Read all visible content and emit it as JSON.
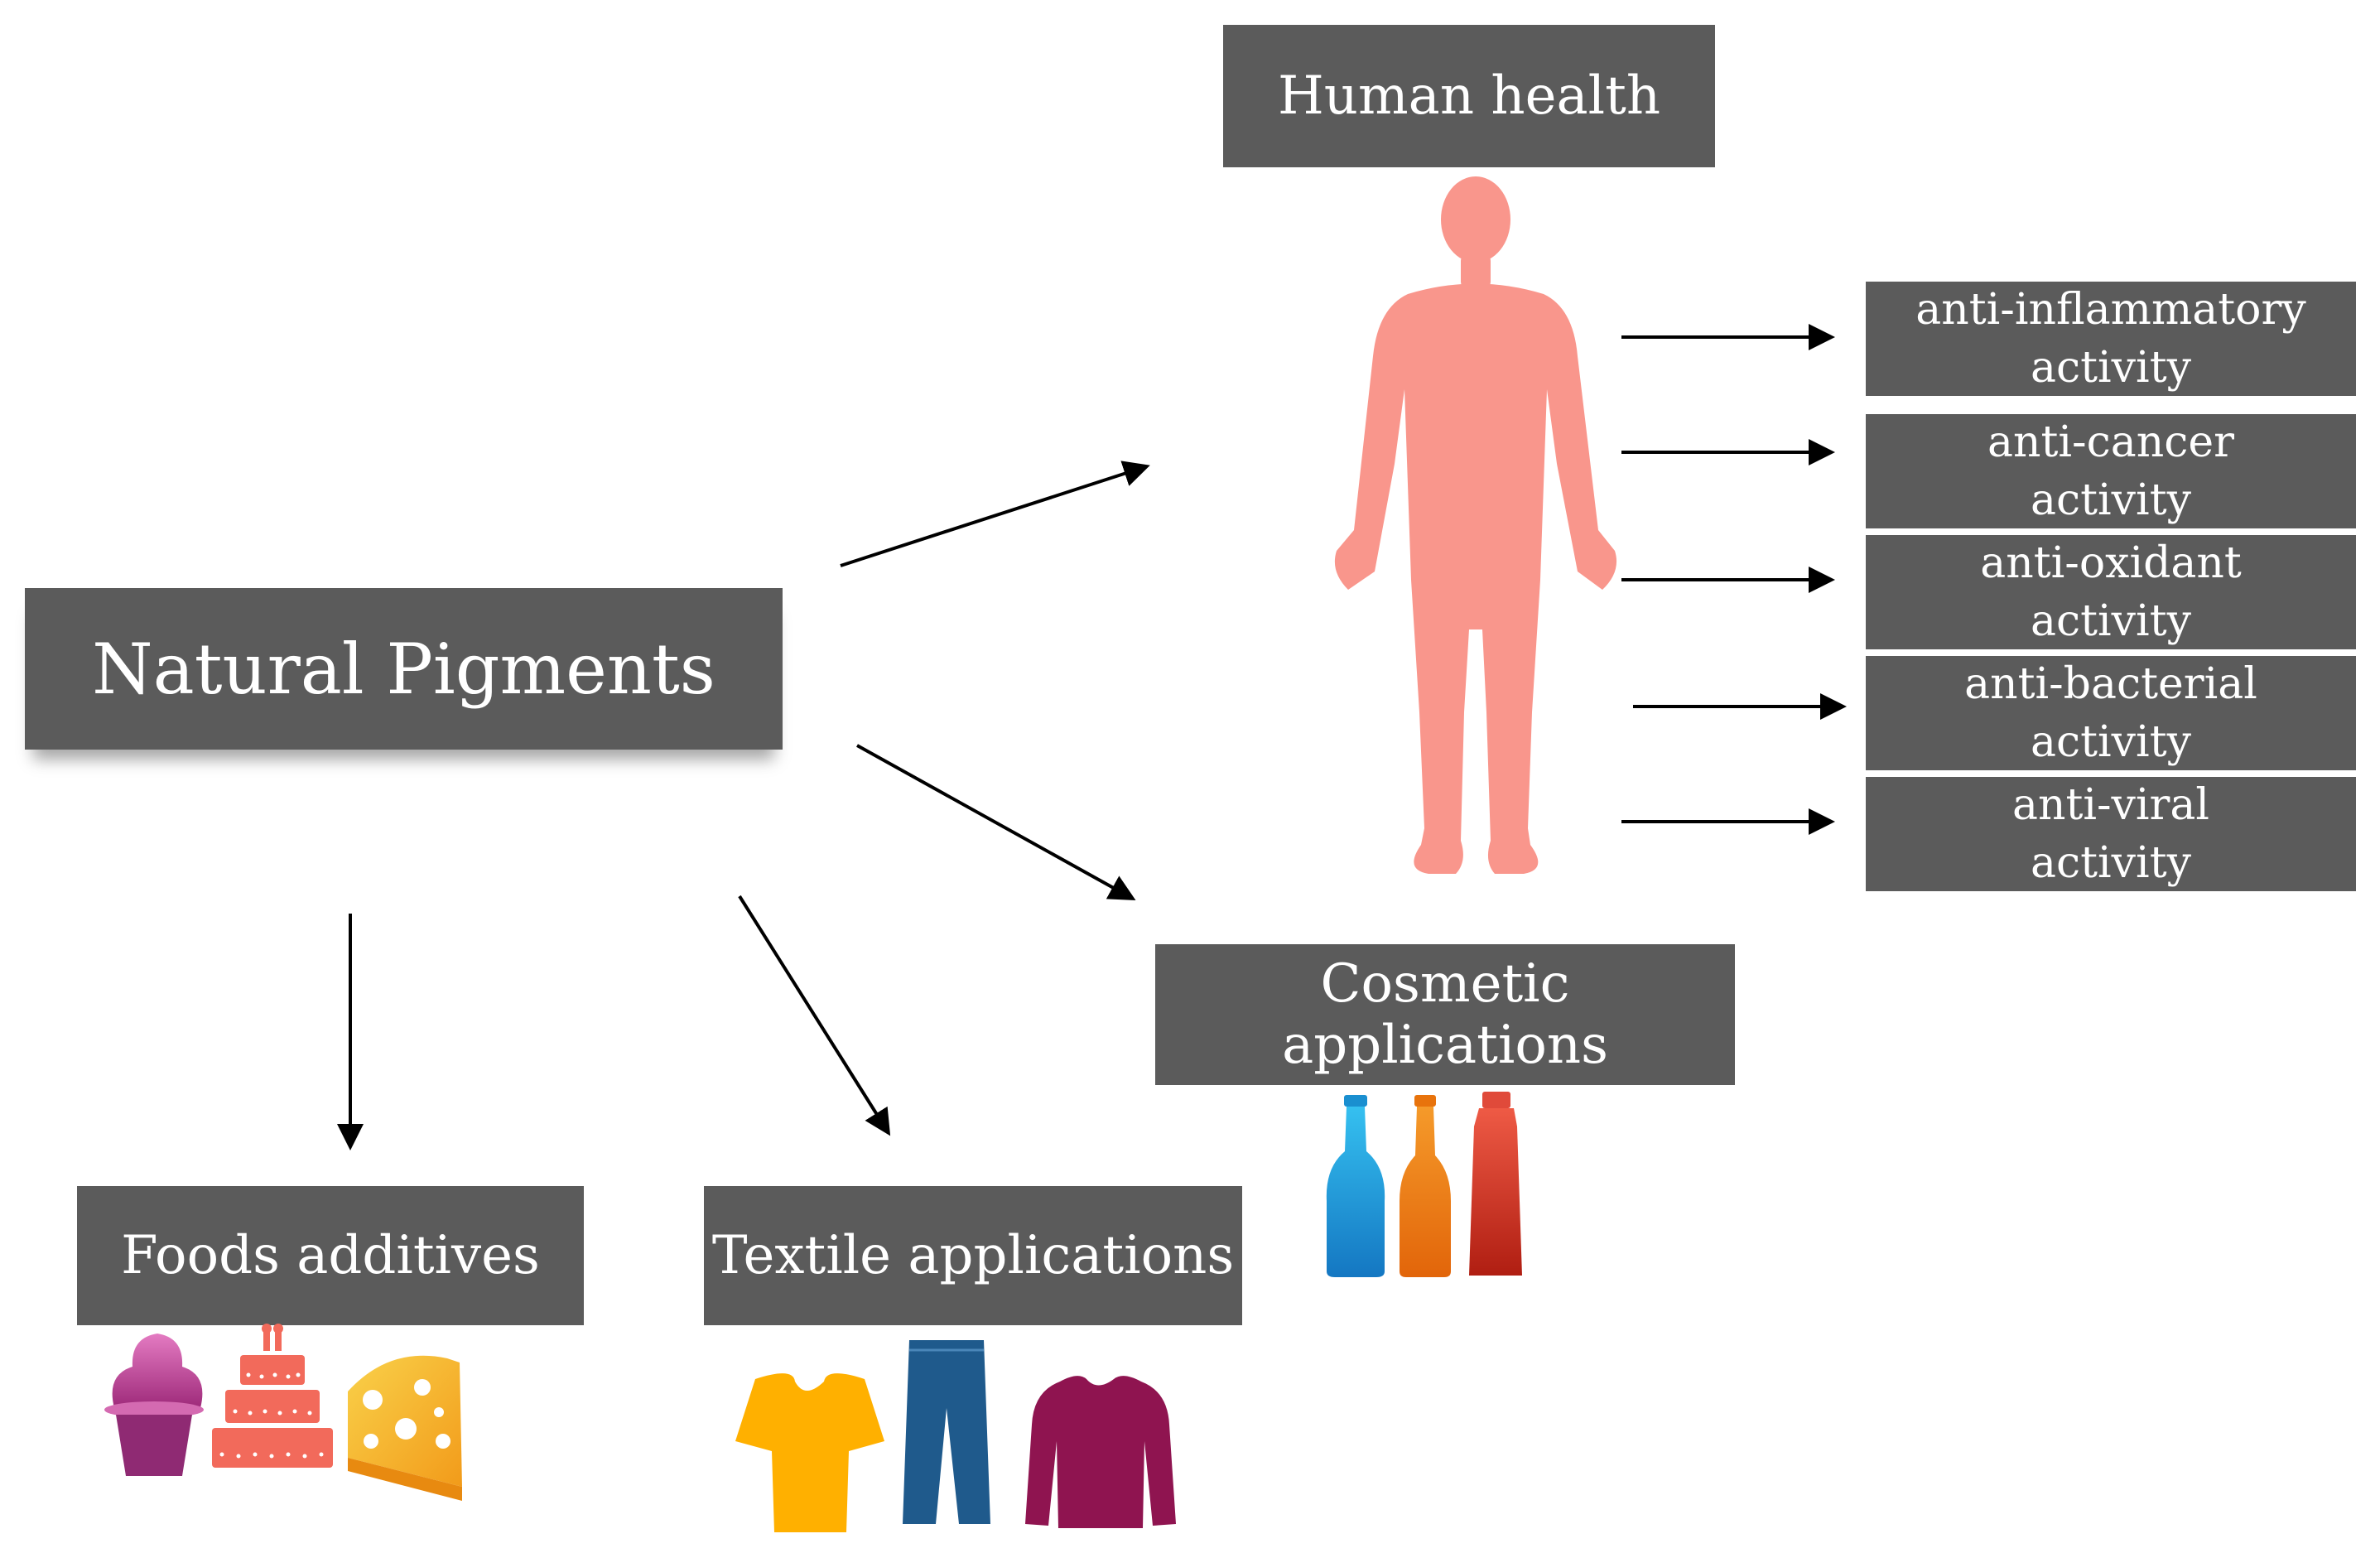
{
  "main_label": "Natural Pigments",
  "health_label": "Human health",
  "cosmetic_label": "Cosmetic applications",
  "foods_label": "Foods additives",
  "textile_label": "Textile applications",
  "activities": [
    {
      "line1": "anti-inflammatory",
      "line2": "activity"
    },
    {
      "line1": "anti-cancer",
      "line2": "activity"
    },
    {
      "line1": "anti-oxidant",
      "line2": "activity"
    },
    {
      "line1": "anti-bacterial",
      "line2": "activity"
    },
    {
      "line1": "anti-viral",
      "line2": "activity"
    }
  ],
  "icons": {
    "human": "human-body-icon",
    "foods": [
      "ice-cream-icon",
      "cake-icon",
      "cheese-icon"
    ],
    "textile": [
      "t-shirt-icon",
      "jeans-icon",
      "sweater-icon"
    ],
    "cosmetic": [
      "blue-bottle-icon",
      "orange-bottle-icon",
      "red-tube-icon"
    ]
  },
  "colors": {
    "box": "#5b5b5b",
    "human": "#f9968c",
    "ice_cream": "#c44a9b",
    "cake": "#f26a5b",
    "cheese": "#f7b93a",
    "tshirt": "#ffb000",
    "jeans": "#1f5a8c",
    "sweater": "#8f1450",
    "bottle_blue": "#1a8fd0",
    "bottle_orange": "#e8730c",
    "tube_red": "#c8281e"
  }
}
